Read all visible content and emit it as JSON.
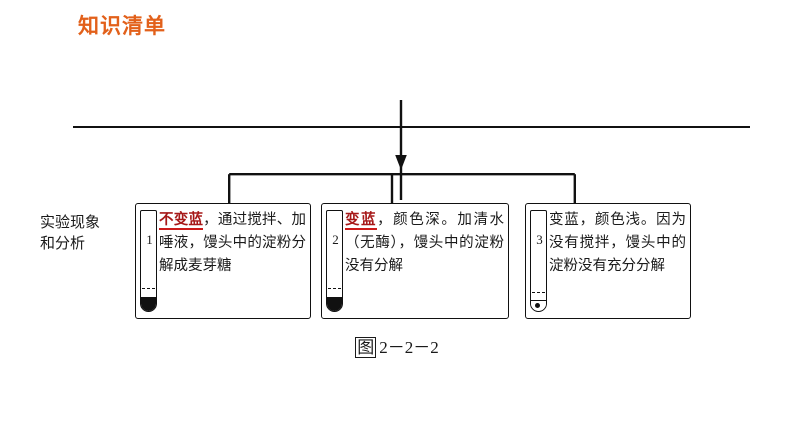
{
  "slide": {
    "title": "知识清单",
    "title_color": "#E2601A"
  },
  "diagram": {
    "row_label_line1": "实验现象",
    "row_label_line2": "和分析",
    "arrow_icon": "down-arrow-icon",
    "bracket_icon": "branch-bracket-icon",
    "boxes": [
      {
        "tube_number": "1",
        "highlight": "不变蓝",
        "highlight_color": "#A61818",
        "rest": "，通过搅拌、加唾液，馒头中的淀粉分解成麦芽糖"
      },
      {
        "tube_number": "2",
        "highlight": "变蓝",
        "highlight_color": "#A61818",
        "rest": "，颜色深。加清水（无酶），馒头中的淀粉没有分解"
      },
      {
        "tube_number": "3",
        "highlight": "",
        "highlight_color": "#1a1a1a",
        "rest": "变蓝，颜色浅。因为没有搅拌，馒头中的淀粉没有充分分解"
      }
    ]
  },
  "caption": {
    "label": "图",
    "number": "2－2－2"
  }
}
